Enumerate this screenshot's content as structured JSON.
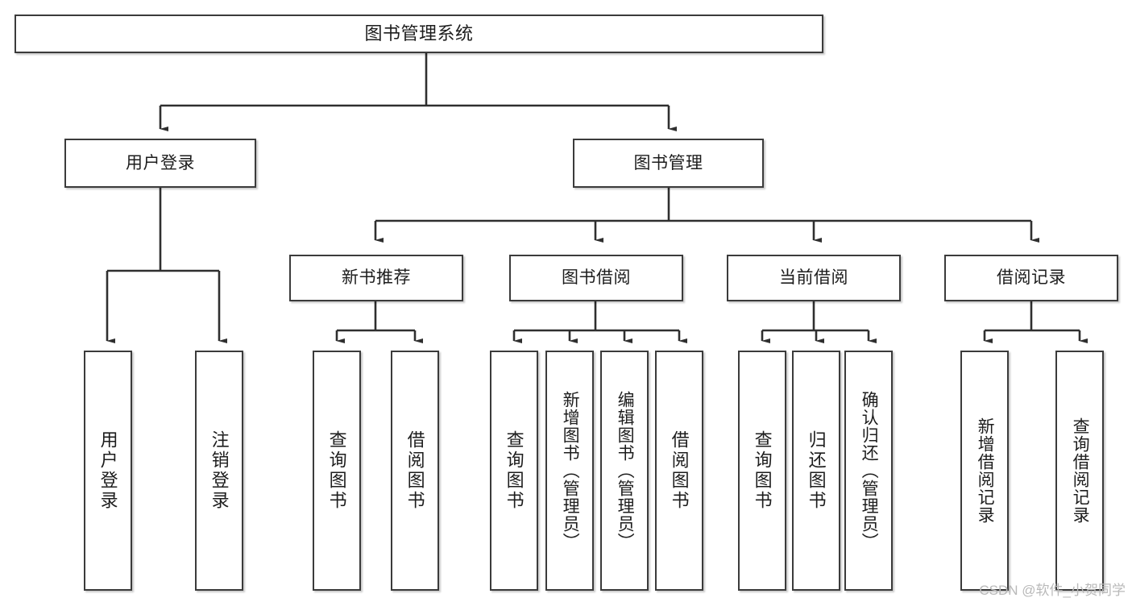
{
  "diagram": {
    "title": "图书管理系统",
    "type": "tree-hierarchy",
    "watermark": "CSDN @软件_小贺同学",
    "nodes": {
      "root": {
        "label": "图书管理系统"
      },
      "level2": [
        {
          "label": "用户登录"
        },
        {
          "label": "图书管理"
        }
      ],
      "level3": [
        {
          "label": "新书推荐"
        },
        {
          "label": "图书借阅"
        },
        {
          "label": "当前借阅"
        },
        {
          "label": "借阅记录"
        }
      ],
      "leaves_user_login": [
        {
          "label": "用户登录"
        },
        {
          "label": "注销登录"
        }
      ],
      "leaves_new_book": [
        {
          "label": "查询图书"
        },
        {
          "label": "借阅图书"
        }
      ],
      "leaves_borrow": [
        {
          "label": "查询图书"
        },
        {
          "label": "新增图书（管理员）"
        },
        {
          "label": "编辑图书（管理员）"
        },
        {
          "label": "借阅图书"
        }
      ],
      "leaves_current": [
        {
          "label": "查询图书"
        },
        {
          "label": "归还图书"
        },
        {
          "label": "确认归还（管理员）"
        }
      ],
      "leaves_record": [
        {
          "label": "新增借阅记录"
        },
        {
          "label": "查询借阅记录"
        }
      ]
    },
    "colors": {
      "stroke": "#3b3b3b",
      "fill": "#ffffff",
      "text": "#1d1d1d",
      "watermark": "#b9b9b9"
    }
  }
}
